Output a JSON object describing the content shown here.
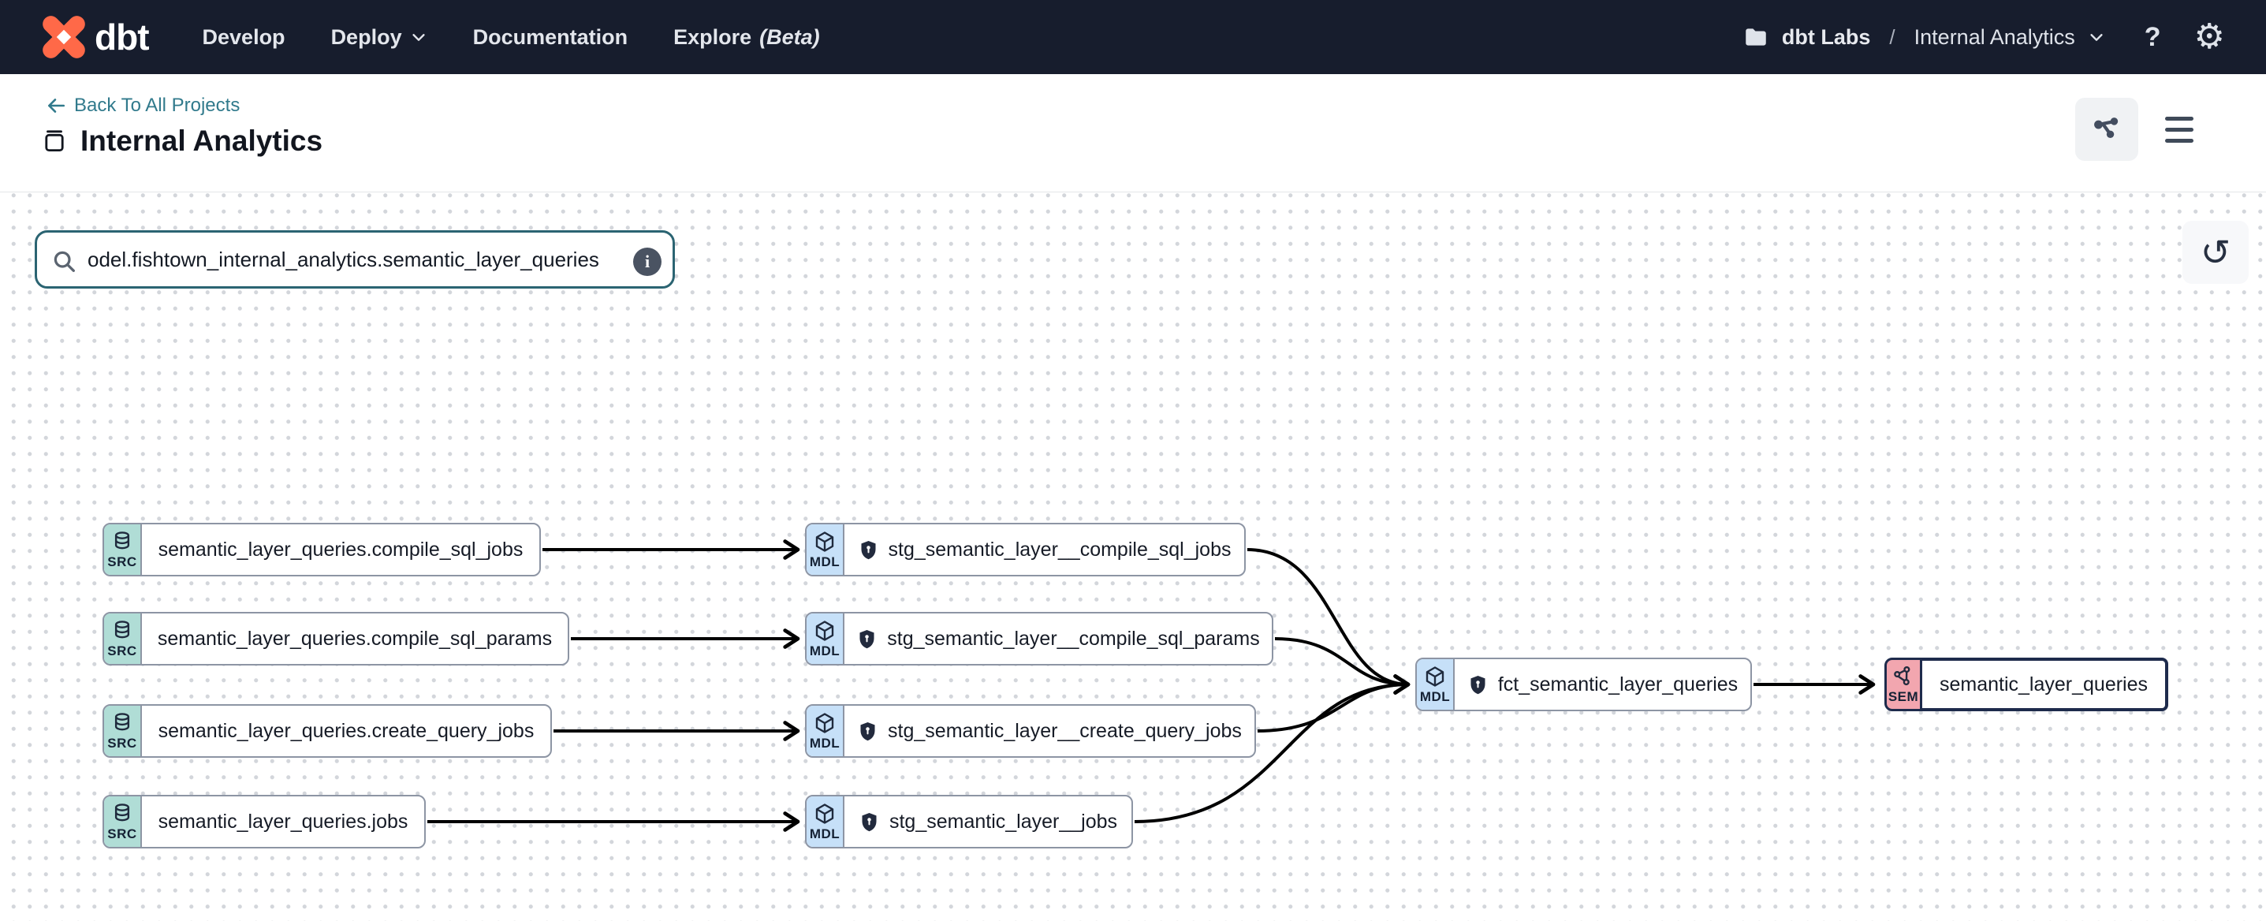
{
  "navbar": {
    "brand": "dbt",
    "menu": [
      {
        "label": "Develop"
      },
      {
        "label": "Deploy",
        "chevron": true
      },
      {
        "label": "Documentation"
      },
      {
        "label": "Explore",
        "beta": "(Beta)"
      }
    ],
    "account_label": "dbt Labs",
    "separator": "/",
    "project_label": "Internal Analytics",
    "help_label": "?",
    "gear_glyph": "⚙"
  },
  "header": {
    "back_link": "Back To All Projects",
    "title": "Internal Analytics"
  },
  "toolbar": {
    "search_value": "odel.fishtown_internal_analytics.semantic_layer_queries",
    "info_glyph": "i",
    "reset_glyph": "↺"
  },
  "colors": {
    "navbar_bg": "#171d2d",
    "accent_orange": "#ff6948",
    "link_teal": "#317a8c",
    "search_border_teal": "#2b6472",
    "node_border": "#8d95a4",
    "selected_border": "#1e2b4c",
    "src_badge_bg": "#b0ddd6",
    "mdl_badge_bg": "#c6e0f8",
    "sem_badge_bg": "#f2a6af",
    "edge_color": "#000000"
  },
  "icons": {
    "logo": "dbt-logo-x",
    "account": "folder-icon",
    "help": "question-mark-icon",
    "settings": "gear-icon",
    "back": "arrow-left-icon",
    "project": "archive-box-icon",
    "lineage_view": "lineage-graph-icon",
    "menu": "hamburger-icon",
    "search": "search-icon",
    "search_info": "info-icon",
    "reset": "reset-rotate-icon",
    "src": "database-icon",
    "mdl": "cube-icon",
    "sem": "semantic-triangle-icon",
    "access": "shield-lock-icon"
  },
  "lineage": {
    "nodes": [
      {
        "id": "src-compile-sql-jobs",
        "type": "source",
        "badge": "SRC",
        "label": "semantic_layer_queries.compile_sql_jobs"
      },
      {
        "id": "src-compile-sql-params",
        "type": "source",
        "badge": "SRC",
        "label": "semantic_layer_queries.compile_sql_params"
      },
      {
        "id": "src-create-query-jobs",
        "type": "source",
        "badge": "SRC",
        "label": "semantic_layer_queries.create_query_jobs"
      },
      {
        "id": "src-jobs",
        "type": "source",
        "badge": "SRC",
        "label": "semantic_layer_queries.jobs"
      },
      {
        "id": "stg-compile-sql-jobs",
        "type": "model",
        "badge": "MDL",
        "label": "stg_semantic_layer__compile_sql_jobs",
        "shield": true
      },
      {
        "id": "stg-compile-sql-params",
        "type": "model",
        "badge": "MDL",
        "label": "stg_semantic_layer__compile_sql_params",
        "shield": true
      },
      {
        "id": "stg-create-query-jobs",
        "type": "model",
        "badge": "MDL",
        "label": "stg_semantic_layer__create_query_jobs",
        "shield": true
      },
      {
        "id": "stg-jobs",
        "type": "model",
        "badge": "MDL",
        "label": "stg_semantic_layer__jobs",
        "shield": true
      },
      {
        "id": "fct-semantic-layer-queries",
        "type": "model",
        "badge": "MDL",
        "label": "fct_semantic_layer_queries",
        "shield": true
      },
      {
        "id": "semantic-layer-queries",
        "type": "semantic_model",
        "badge": "SEM",
        "label": "semantic_layer_queries",
        "selected": true
      }
    ],
    "edges": [
      [
        "src-compile-sql-jobs",
        "stg-compile-sql-jobs"
      ],
      [
        "src-compile-sql-params",
        "stg-compile-sql-params"
      ],
      [
        "src-create-query-jobs",
        "stg-create-query-jobs"
      ],
      [
        "src-jobs",
        "stg-jobs"
      ],
      [
        "stg-compile-sql-jobs",
        "fct-semantic-layer-queries"
      ],
      [
        "stg-compile-sql-params",
        "fct-semantic-layer-queries"
      ],
      [
        "stg-create-query-jobs",
        "fct-semantic-layer-queries"
      ],
      [
        "stg-jobs",
        "fct-semantic-layer-queries"
      ],
      [
        "fct-semantic-layer-queries",
        "semantic-layer-queries"
      ]
    ]
  }
}
